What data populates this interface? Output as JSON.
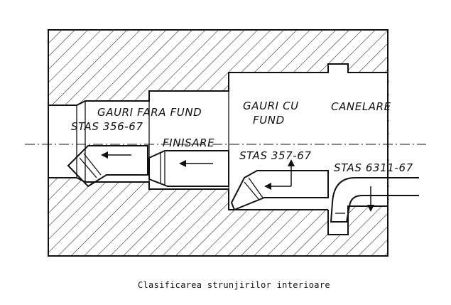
{
  "labels": {
    "gauri_fara_fund": "GAURI FARA FUND",
    "stas_356": "STAS 356-67",
    "finisare": "FINISARE",
    "gauri_cu": "GAURI CU",
    "fund": "FUND",
    "stas_357": "STAS 357-67",
    "canelare": "CANELARE",
    "stas_6311": "STAS 6311-67"
  },
  "caption": "Clasificarea strunjirilor interioare",
  "colors": {
    "ink": "#111111",
    "paper": "#ffffff"
  }
}
